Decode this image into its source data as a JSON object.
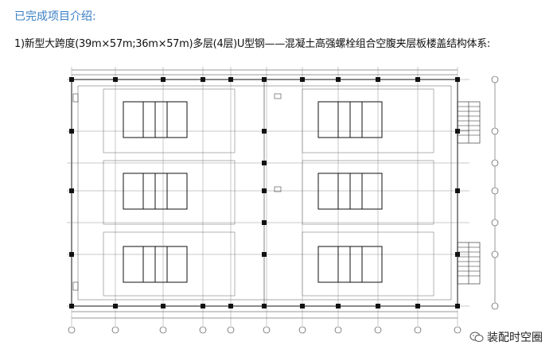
{
  "heading": "已完成项目介绍:",
  "subtitle": "1)新型大跨度(39m×57m;36m×57m)多层(4层)U型钢——混凝土高强螺栓组合空腹夹层板楼盖结构体系:",
  "watermark": {
    "text": "装配时空圈",
    "icon": "wechat-icon"
  },
  "colors": {
    "heading": "#3a7fc4",
    "lines": "#222222",
    "column": "#111111",
    "grid_light": "#888888"
  }
}
